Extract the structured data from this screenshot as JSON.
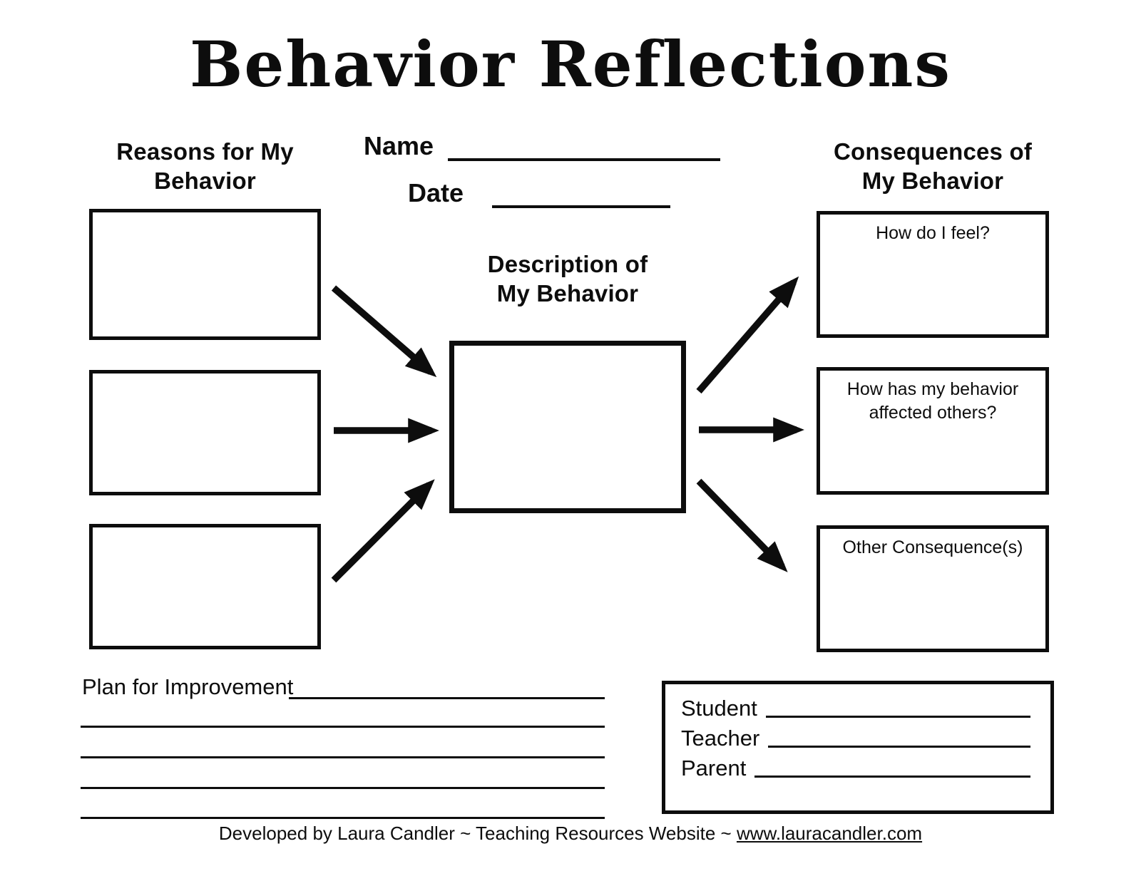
{
  "title": "Behavior Reflections",
  "form": {
    "name_label": "Name",
    "date_label": "Date"
  },
  "reasons": {
    "heading": "Reasons for My Behavior"
  },
  "description": {
    "heading": "Description of My Behavior"
  },
  "consequences": {
    "heading": "Consequences of My Behavior",
    "box_labels": [
      "How do I feel?",
      "How has my behavior affected others?",
      "Other Consequence(s)"
    ]
  },
  "plan": {
    "label": "Plan for Improvement"
  },
  "signatures": {
    "labels": [
      "Student",
      "Teacher",
      "Parent"
    ]
  },
  "footer": {
    "text": "Developed by Laura Candler ~ Teaching Resources Website ~ ",
    "link": "www.lauracandler.com"
  },
  "colors": {
    "ink": "#0d0d0d",
    "paper": "#ffffff"
  }
}
